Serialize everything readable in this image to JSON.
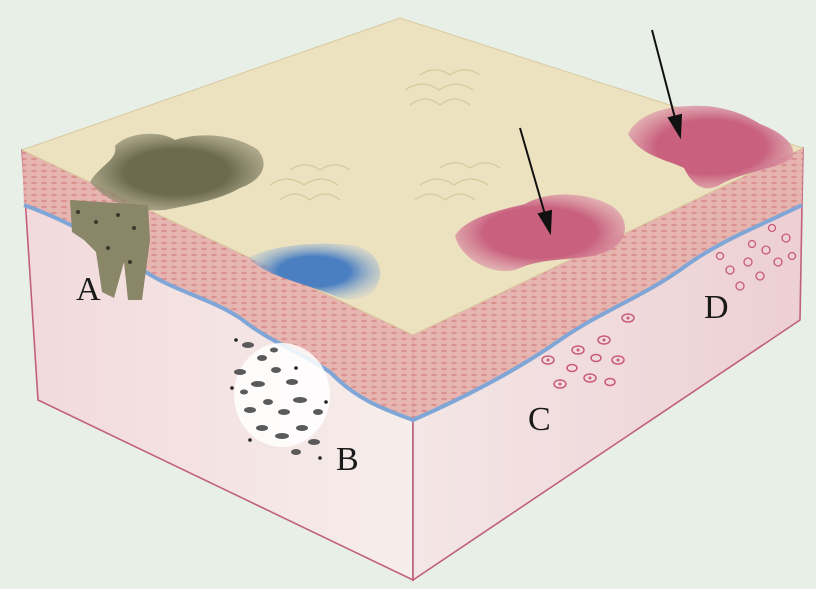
{
  "labels": {
    "a": "A",
    "b": "B",
    "c": "C",
    "d": "D"
  },
  "colors": {
    "background": "#e8efe6",
    "skin_surface": "#ece2bf",
    "dermis": "#f3e2e2",
    "epidermis_band": "#e0a8a8",
    "basement_membrane": "#7fa6d6",
    "lesion_a_pigment": "#6c6a4f",
    "lesion_blue": "#4a7fc2",
    "lesion_red": "#c8607e",
    "cells_b": "#4a4a4a",
    "cells_cd": "#c95a78",
    "arrow": "#111111",
    "edge_outline": "#c0607e"
  },
  "icons": [
    "arrow-pointer-left",
    "arrow-pointer-right"
  ]
}
